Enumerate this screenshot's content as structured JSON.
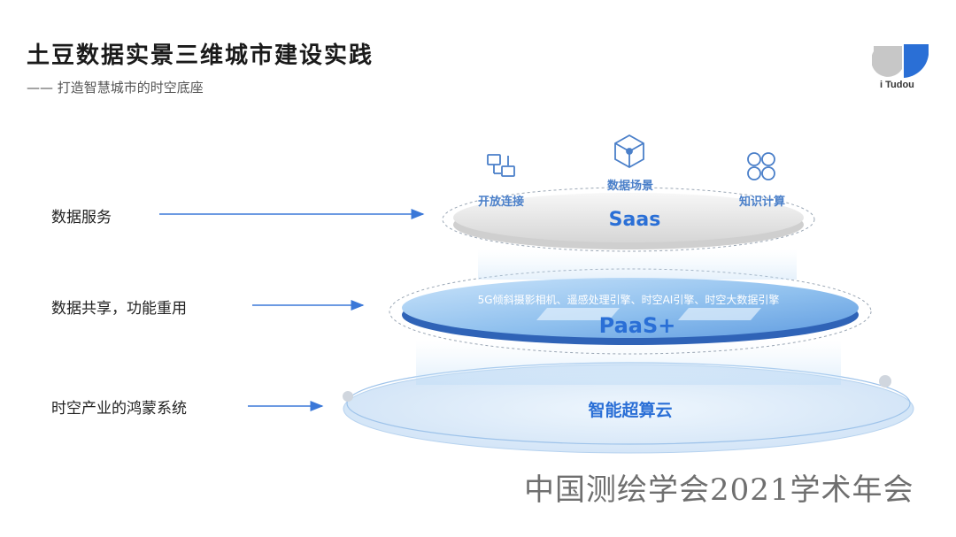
{
  "header": {
    "title": "土豆数据实景三维城市建设实践",
    "subtitle": "—— 打造智慧城市的时空底座",
    "logo_text": "i Tudou"
  },
  "layers": [
    {
      "left_label": "数据服务",
      "name": "Saas"
    },
    {
      "left_label": "数据共享，功能重用",
      "name": "PaaS+",
      "description": "5G倾斜摄影相机、遥感处理引擎、时空AI引擎、时空大数据引擎"
    },
    {
      "left_label": "时空产业的鸿蒙系统",
      "name": "智能超算云"
    }
  ],
  "saas_icons": [
    {
      "label": "开放连接",
      "icon": "monitor-connect-icon"
    },
    {
      "label": "数据场景",
      "icon": "cube-network-icon"
    },
    {
      "label": "知识计算",
      "icon": "four-circles-icon"
    }
  ],
  "watermark": "中国测绘学会2021学术年会",
  "colors": {
    "accent": "#2a6fd6",
    "arrow": "#3b78d8",
    "paas_top": "#9ccaf2",
    "paas_edge": "#2f63b7",
    "base": "#d9e9f8"
  }
}
